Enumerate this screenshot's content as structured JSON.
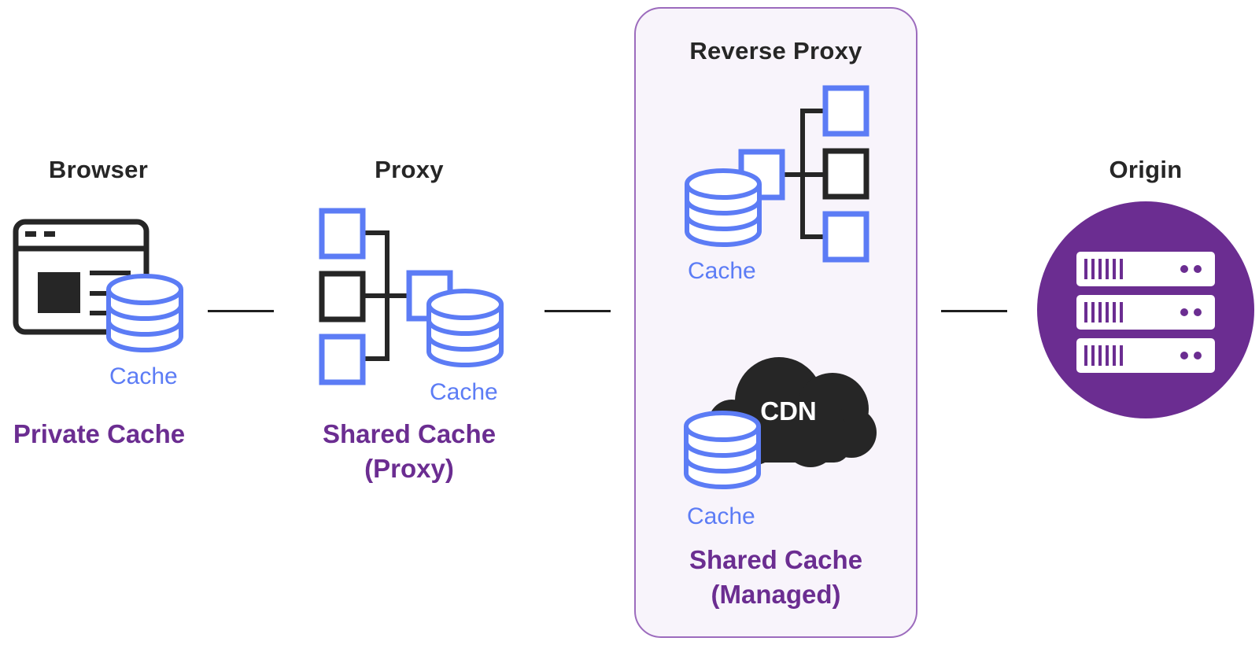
{
  "colors": {
    "accent_blue": "#5c7cf5",
    "brand_purple": "#6b2d91",
    "dark": "#262626",
    "panel_fill": "#f8f4fb",
    "panel_border": "#9c6bbd"
  },
  "browser": {
    "heading": "Browser",
    "cache_label": "Cache",
    "caption": "Private Cache",
    "icon": "browser-window-icon"
  },
  "proxy": {
    "heading": "Proxy",
    "cache_label": "Cache",
    "caption_line1": "Shared Cache",
    "caption_line2": "(Proxy)",
    "icon": "network-tree-icon"
  },
  "reverse_proxy": {
    "heading": "Reverse Proxy",
    "cache_label": "Cache",
    "cdn_cache_label": "Cache",
    "cdn_text": "CDN",
    "caption_line1": "Shared Cache",
    "caption_line2": "(Managed)",
    "icon": "network-tree-icon"
  },
  "origin": {
    "heading": "Origin",
    "icon": "server-rack-icon"
  }
}
